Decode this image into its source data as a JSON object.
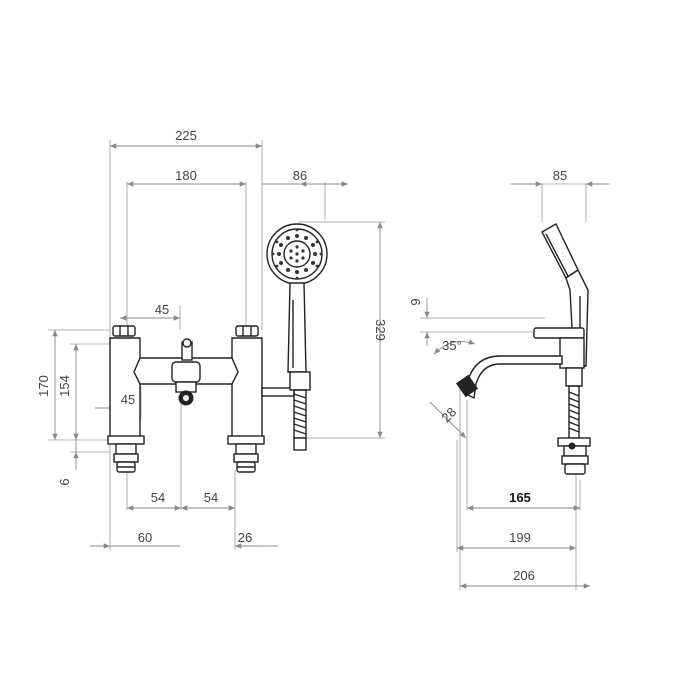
{
  "front_view": {
    "dims": {
      "overall_width": "225",
      "centres": "180",
      "handset_offset": "86",
      "top_gap": "45",
      "height_to_top": "170",
      "height_to_spout": "154",
      "spout_gap": "45",
      "base_thickness": "6",
      "left_half": "54",
      "right_half": "54",
      "left_margin": "60",
      "right_margin": "26",
      "handset_height": "329"
    }
  },
  "side_view": {
    "dims": {
      "holder_width": "85",
      "offset_top": "9",
      "angle": "35°",
      "spout_drop": "28",
      "spout_reach": "165",
      "reach_mid": "199",
      "reach_total": "206"
    }
  }
}
